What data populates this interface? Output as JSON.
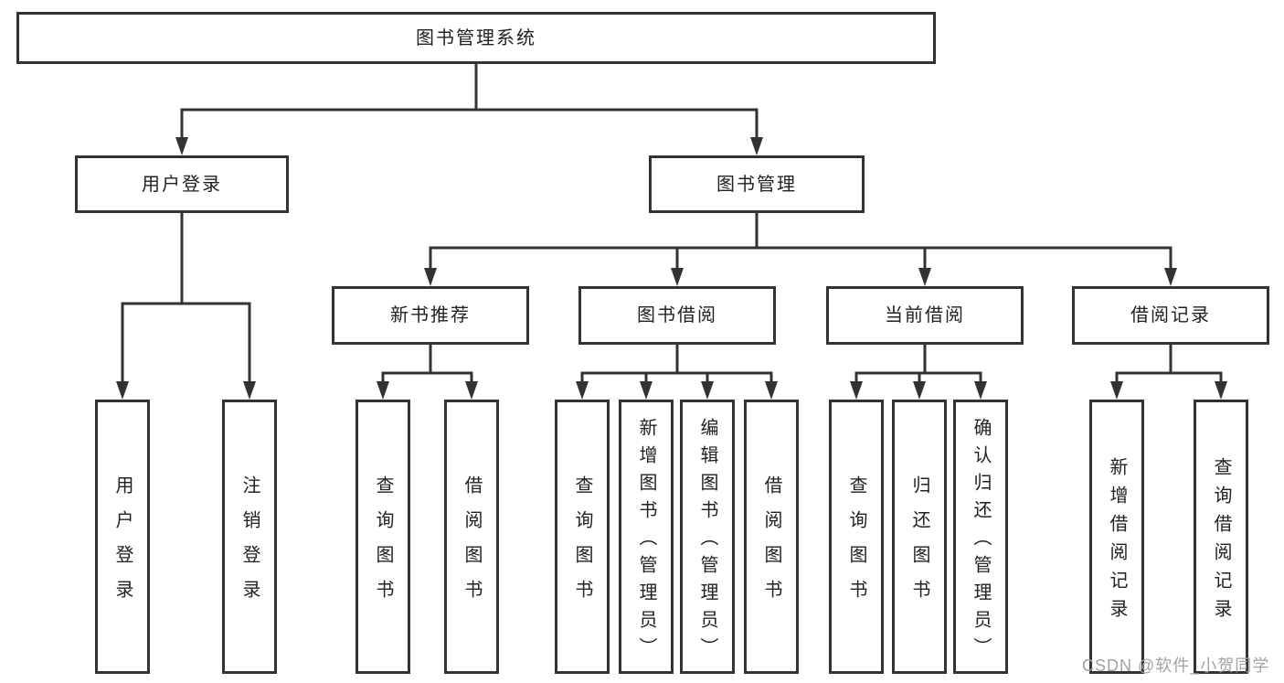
{
  "diagram": {
    "nodes": {
      "root": "图书管理系统",
      "user_login": "用户登录",
      "book_mgmt": "图书管理",
      "new_book": "新书推荐",
      "book_borrow": "图书借阅",
      "current_borrow": "当前借阅",
      "borrow_records": "借阅记录",
      "leaf_user_login": "用户登录",
      "leaf_logout": "注销登录",
      "leaf_nb_query": "查询图书",
      "leaf_nb_borrow": "借阅图书",
      "leaf_bw_query": "查询图书",
      "leaf_bw_add": "新增图书（管理员）",
      "leaf_bw_edit": "编辑图书（管理员）",
      "leaf_bw_borrow": "借阅图书",
      "leaf_cur_query": "查询图书",
      "leaf_cur_return": "归还图书",
      "leaf_cur_confirm": "确认归还（管理员）",
      "leaf_rec_add": "新增借阅记录",
      "leaf_rec_query": "查询借阅记录"
    },
    "watermark": "CSDN @软件_小贺同学",
    "colors": {
      "line": "#333333",
      "box_border": "#333333",
      "text": "#222222",
      "watermark": "#a3a3a3",
      "background": "#ffffff"
    }
  }
}
